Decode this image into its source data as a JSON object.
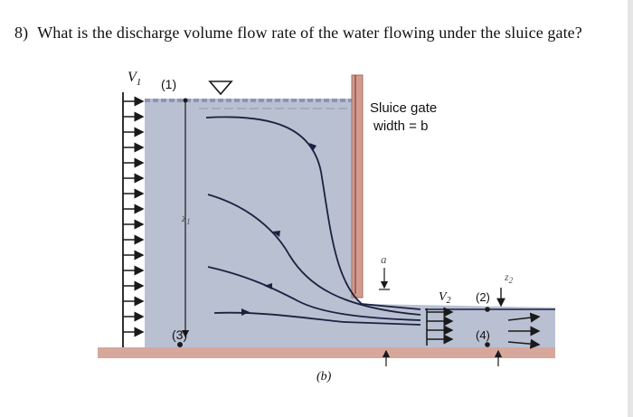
{
  "question": {
    "number": "8)",
    "text": "What is the discharge volume flow rate of the water flowing under the sluice gate?"
  },
  "figure": {
    "labels": {
      "v1": "V",
      "v1_sub": "1",
      "point1": "(1)",
      "gate_line1": "Sluice gate",
      "gate_line2": "width = b",
      "z1": "z",
      "z1_sub": "1",
      "a": "a",
      "v2": "V",
      "v2_sub": "2",
      "point2": "(2)",
      "z2": "z",
      "z2_sub": "2",
      "point3": "(3)",
      "point4": "(4)",
      "caption": "(b)"
    },
    "colors": {
      "water": "#b9c0d2",
      "water_dark": "#8c96b2",
      "ground": "#d7a79b",
      "gate": "#d49a8e",
      "streamline": "#1c2140",
      "arrow": "#1a1a1a"
    }
  }
}
